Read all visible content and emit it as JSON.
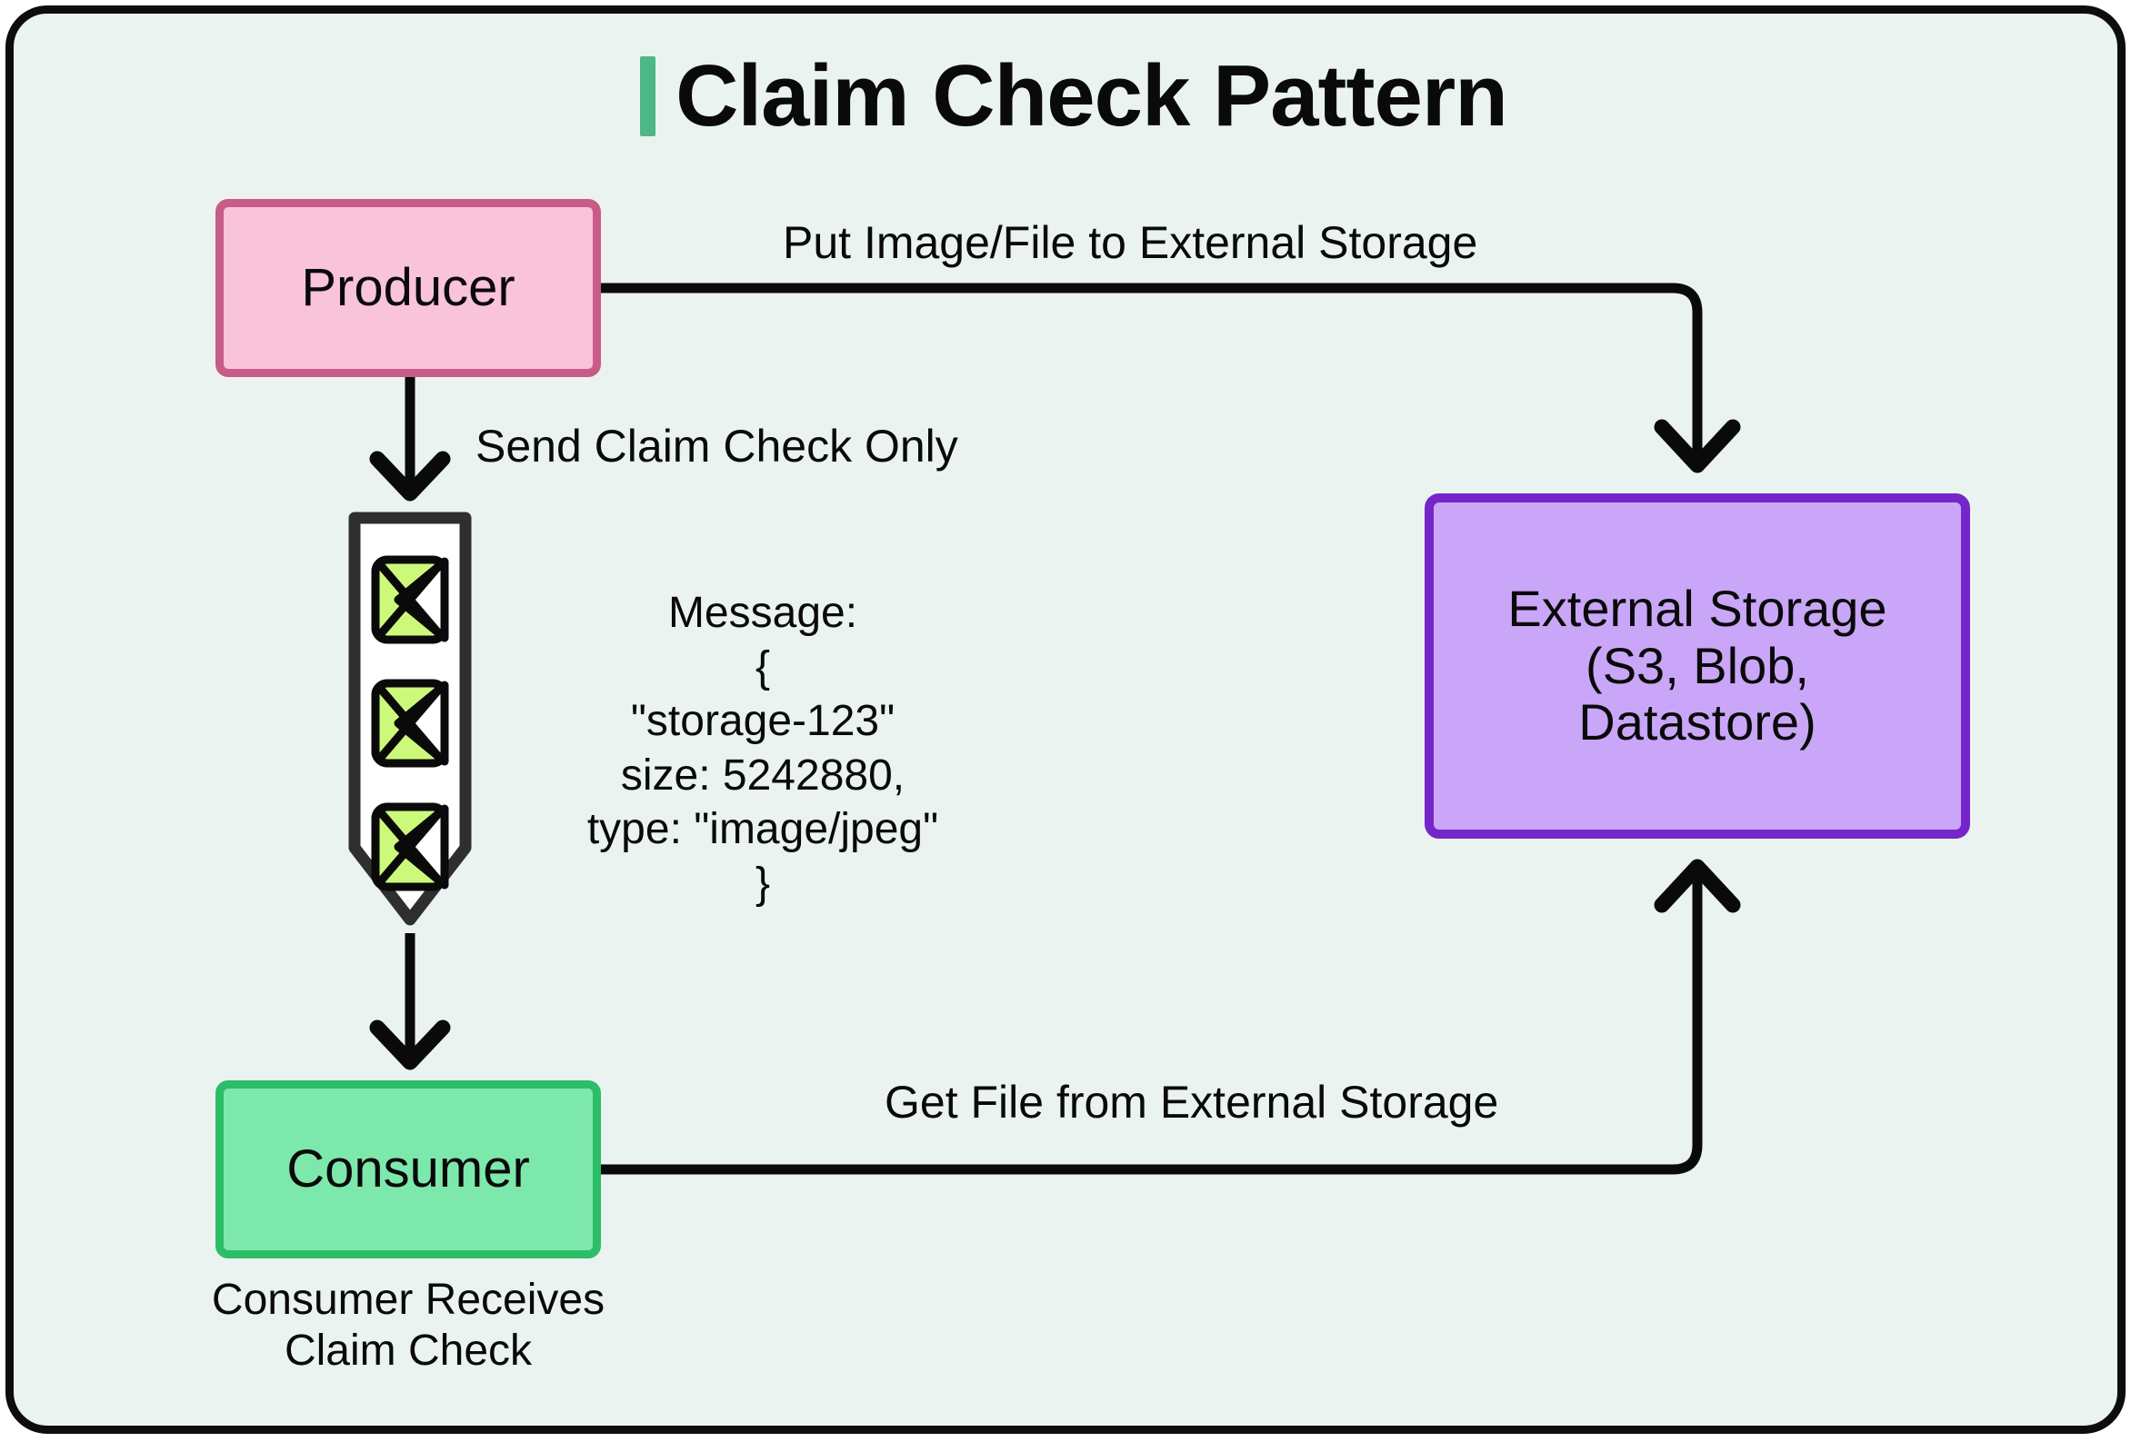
{
  "title": {
    "text": "Claim Check Pattern",
    "accent_color": "#4cb885"
  },
  "canvas": {
    "background": "#eaf3f0",
    "border_color": "#0d0d0d"
  },
  "nodes": {
    "producer": {
      "label": "Producer",
      "fill": "#f9c3da",
      "stroke": "#c75c86"
    },
    "consumer": {
      "label": "Consumer",
      "fill": "#7de8ac",
      "stroke": "#2cbd68",
      "caption_line1": "Consumer Receives",
      "caption_line2": "Claim Check"
    },
    "storage": {
      "label_line1": "External Storage",
      "label_line2": "(S3, Blob,",
      "label_line3": "Datastore)",
      "fill": "#c9a6f7",
      "stroke": "#7526c9"
    },
    "queue": {
      "name": "message-queue",
      "fill": "#ffffff",
      "stroke": "#2f2f2f",
      "envelope_count": 3,
      "envelope_fill": "#ccf97a",
      "envelope_flap_fill": "#ffffff",
      "envelope_stroke": "#0a0a0a"
    }
  },
  "edges": {
    "producer_to_storage": "Put Image/File to External Storage",
    "producer_to_queue": "Send Claim Check Only",
    "consumer_to_storage": "Get File from External Storage"
  },
  "message": {
    "heading": "Message:",
    "open_brace": "{",
    "line_id": "\"storage-123\"",
    "line_size": "size: 5242880,",
    "line_type": "type: \"image/jpeg\"",
    "close_brace": "}"
  }
}
